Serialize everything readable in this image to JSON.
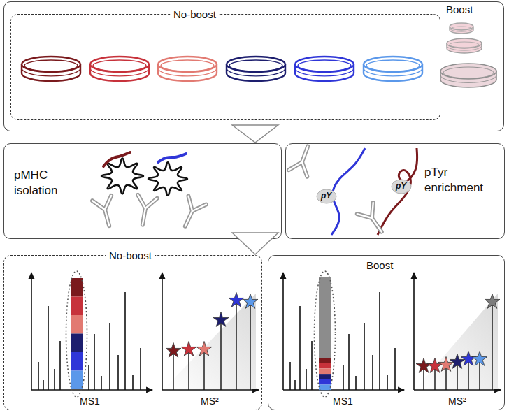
{
  "diagram": {
    "nodes": [
      {
        "text": [
          "Boost"
        ]
      },
      {
        "text": [
          "No-boost"
        ],
        "in": 0
      },
      {
        "text": [
          "pMHC isolation"
        ]
      },
      {
        "text": [
          "pTyr enrichment"
        ]
      },
      {
        "text": [
          "No-boost"
        ]
      },
      {
        "text": [
          "Boost"
        ]
      }
    ],
    "edges": [
      {
        "from": 0,
        "to": 2,
        "arrow": "to"
      },
      {
        "from": 2,
        "to": 4,
        "arrow": "to"
      }
    ],
    "labels": [
      "pY",
      "pY",
      "MS1",
      "MS²",
      "MS1",
      "MS²"
    ]
  }
}
